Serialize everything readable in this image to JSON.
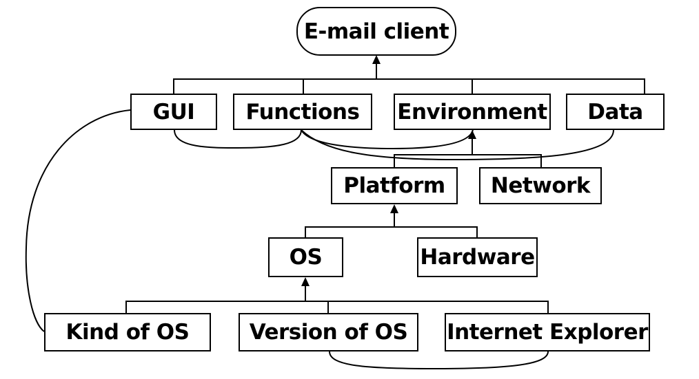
{
  "nodes": {
    "email_client": "E-mail client",
    "gui": "GUI",
    "functions": "Functions",
    "environment": "Environment",
    "data": "Data",
    "platform": "Platform",
    "network": "Network",
    "os": "OS",
    "hardware": "Hardware",
    "kind_of_os": "Kind of OS",
    "version_of_os": "Version of OS",
    "internet_explorer": "Internet Explorer"
  },
  "tree": [
    {
      "parent": "email_client",
      "children": [
        "gui",
        "functions",
        "environment",
        "data"
      ]
    },
    {
      "parent": "environment",
      "children": [
        "platform",
        "network"
      ]
    },
    {
      "parent": "platform",
      "children": [
        "os",
        "hardware"
      ]
    },
    {
      "parent": "os",
      "children": [
        "kind_of_os",
        "version_of_os",
        "internet_explorer"
      ]
    }
  ],
  "relations": [
    [
      "gui",
      "functions"
    ],
    [
      "functions",
      "environment"
    ],
    [
      "functions",
      "data"
    ],
    [
      "gui",
      "kind_of_os"
    ],
    [
      "version_of_os",
      "internet_explorer"
    ]
  ]
}
